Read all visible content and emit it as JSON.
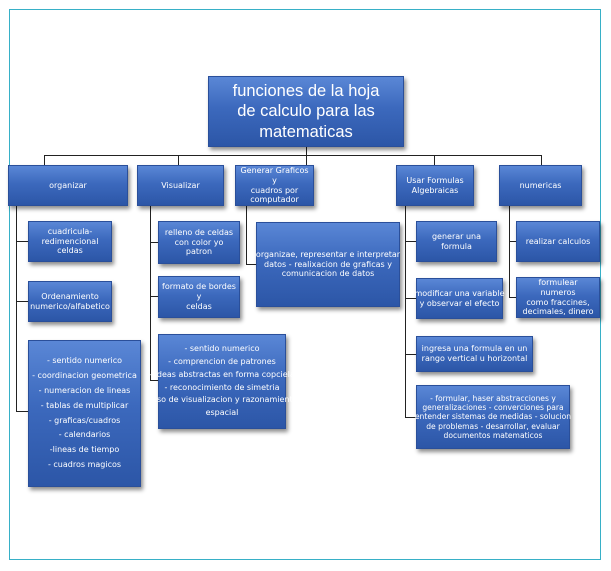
{
  "root": {
    "lines": [
      "funciones de la hoja",
      "de calculo para las",
      "matematicas"
    ]
  },
  "columns": [
    {
      "header": [
        "organizar"
      ],
      "items": [
        [
          "cuadricula-",
          "redimencional",
          "celdas"
        ],
        [
          "Ordenamiento",
          "numerico/alfabetico"
        ],
        [
          "- sentido numerico",
          "- coordinacion geometrica",
          "- numeracion de lineas",
          "- tablas de multiplicar",
          "- graficas/cuadros",
          "- calendarios",
          "-lineas de tiempo",
          "- cuadros magicos"
        ]
      ]
    },
    {
      "header": [
        "Visualizar"
      ],
      "items": [
        [
          "relleno de celdas",
          "con color yo patron"
        ],
        [
          "formato de bordes y",
          "celdas"
        ],
        [
          "- sentido numerico",
          "- comprencion de patrones",
          "- ideas abstractas en forma copciela",
          "- reconocimiento de simetria",
          "- uso de visualizacion y razonamiento",
          "espacial"
        ]
      ]
    },
    {
      "header": [
        "Generar Graficos y",
        "cuadros por",
        "computador"
      ],
      "items": [
        [
          "organizae, representar e interpretar",
          "datos - realixacion de graficas y",
          "comunicacion de datos"
        ]
      ]
    },
    {
      "header": [
        "Usar Formulas",
        "Algebraicas"
      ],
      "items": [
        [
          "generar una",
          "formula"
        ],
        [
          "modificar una variable",
          "y observar el efecto"
        ],
        [
          "ingresa una formula en un",
          "rango vertical u horizontal"
        ],
        [
          "- formular, haser abstracciones y",
          "generalizaciones - converciones para",
          "entender sistemas de medidas - solucion",
          "de problemas - desarrollar, evaluar",
          "documentos matematicos"
        ]
      ]
    },
    {
      "header": [
        "numericas"
      ],
      "items": [
        [
          "realizar calculos"
        ],
        [
          "formulear numeros",
          "como fraccines,",
          "decimales, dinero"
        ]
      ]
    }
  ],
  "colors": {
    "box_top": "#5a87d6",
    "box_bottom": "#2c56a7",
    "connector": "#222222",
    "frame": "#37b0c7"
  }
}
